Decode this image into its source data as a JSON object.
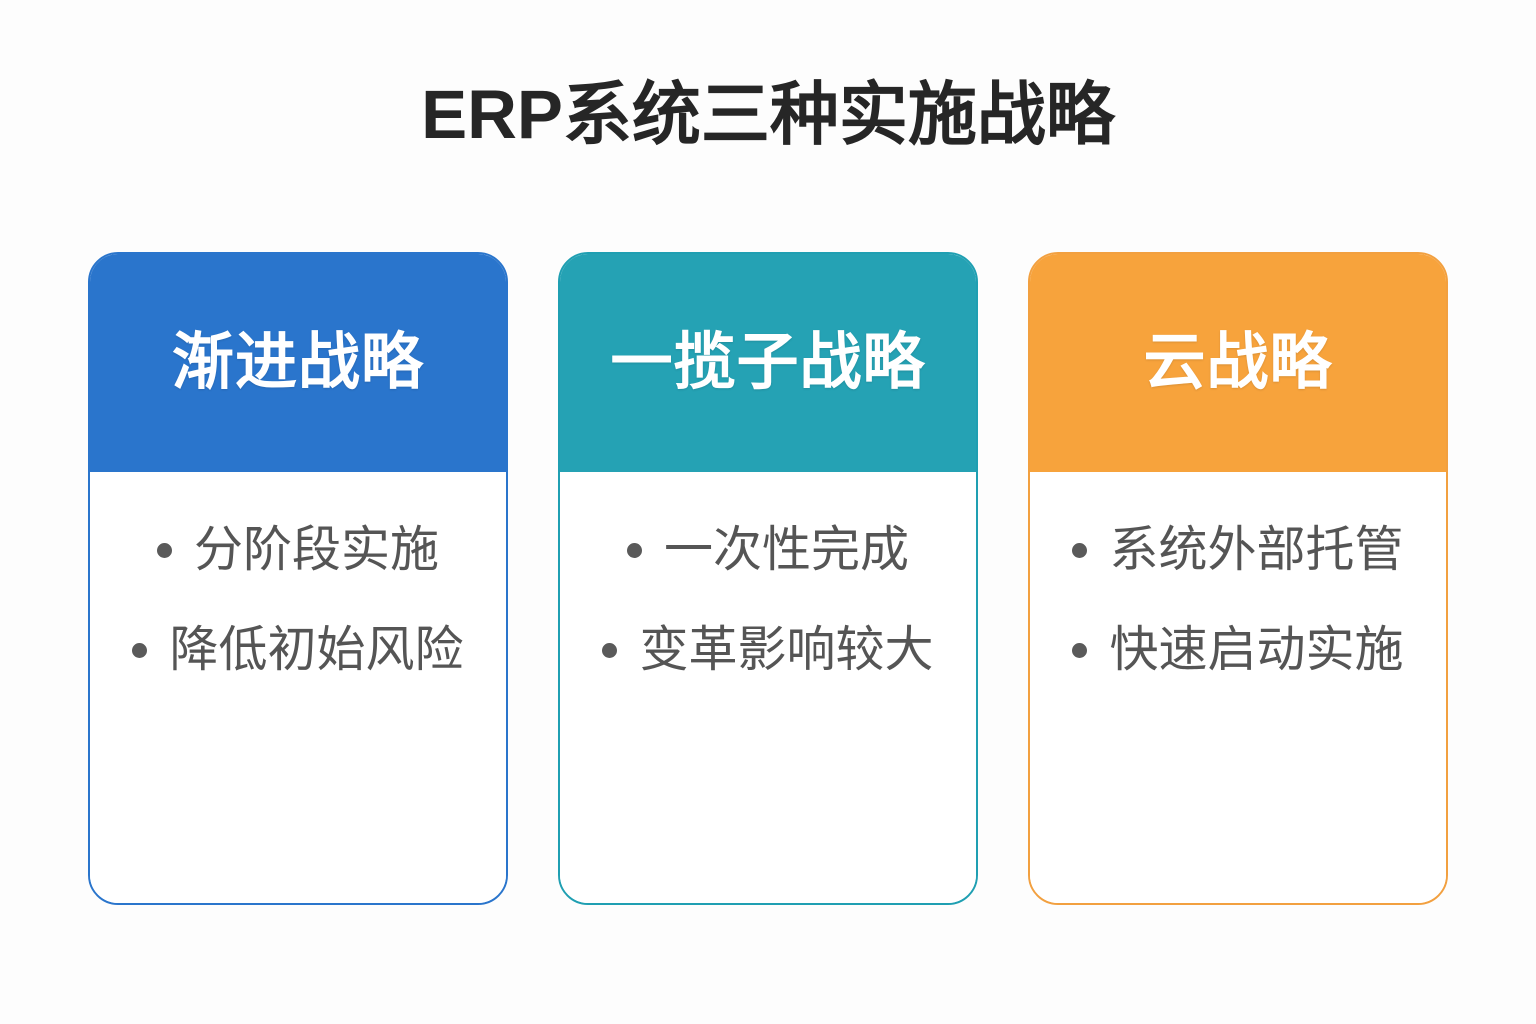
{
  "page": {
    "title": "ERP系统三种实施战略",
    "background_color": "#fdfdfd",
    "title_color": "#262626"
  },
  "cards": [
    {
      "id": "incremental-strategy",
      "header": "渐进战略",
      "accent": "blue",
      "accent_color": "#2a75cc",
      "border_color": "#2a75cc",
      "header_text_color": "#ffffff",
      "bullets": [
        "分阶段实施",
        "降低初始风险"
      ]
    },
    {
      "id": "big-bang-strategy",
      "header": "一揽子战略",
      "accent": "teal",
      "accent_color": "#25a2b4",
      "border_color": "#1f9fb2",
      "header_text_color": "#ffffff",
      "bullets": [
        "一次性完成",
        "变革影响较大"
      ]
    },
    {
      "id": "cloud-strategy",
      "header": "云战略",
      "accent": "orange",
      "accent_color": "#f7a33c",
      "border_color": "#f2a040",
      "header_text_color": "#ffffff",
      "bullets": [
        "系统外部托管",
        "快速启动实施"
      ]
    }
  ],
  "style": {
    "bullet_dot_color": "#5a5a5a",
    "bullet_text_color": "#555555",
    "card_body_background": "#ffffff"
  }
}
